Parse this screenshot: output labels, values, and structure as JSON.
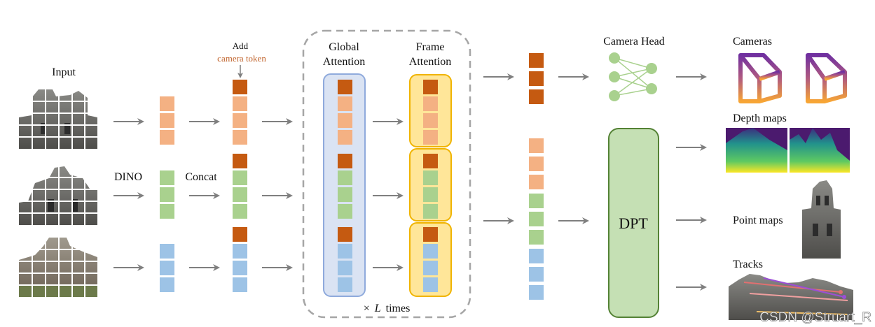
{
  "labels": {
    "input": "Input",
    "dino": "DINO",
    "concat": "Concat",
    "add": "Add",
    "camera_token": "camera token",
    "global_attention_line1": "Global",
    "global_attention_line2": "Attention",
    "frame_attention_line1": "Frame",
    "frame_attention_line2": "Attention",
    "times_prefix": "×",
    "times_var": "L",
    "times_suffix": "times",
    "camera_head": "Camera Head",
    "dpt": "DPT",
    "cameras": "Cameras",
    "depth_maps": "Depth maps",
    "point_maps": "Point maps",
    "tracks": "Tracks"
  },
  "watermark": "CSDN @Struart_R",
  "colors": {
    "camera_token": "#c55a11",
    "frame1_token": "#f4b183",
    "frame2_token": "#a9d18e",
    "frame3_token": "#9dc3e6",
    "global_panel_fill": "#dae3f3",
    "global_panel_stroke": "#8faadc",
    "frame_panel_fill": "#ffe699",
    "frame_panel_stroke": "#f0b400",
    "dpt_fill": "#c5e0b4",
    "dpt_stroke": "#548235",
    "mlp_node": "#a9d18e",
    "arrow": "#7f7f7f",
    "dashed_box": "#a6a6a6",
    "camera_gradient_top": "#7030a0",
    "camera_gradient_bottom": "#f7a535"
  },
  "icons": [
    "building-photo",
    "camera-frustum-icon",
    "mlp-network-icon",
    "depth-map",
    "point-map",
    "track-lines"
  ]
}
